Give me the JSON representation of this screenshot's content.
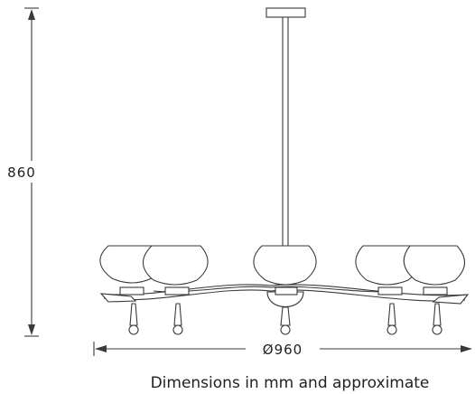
{
  "dimensions": {
    "height_label": "860",
    "width_label": "Ø960"
  },
  "note": "Dimensions in mm and approximate"
}
